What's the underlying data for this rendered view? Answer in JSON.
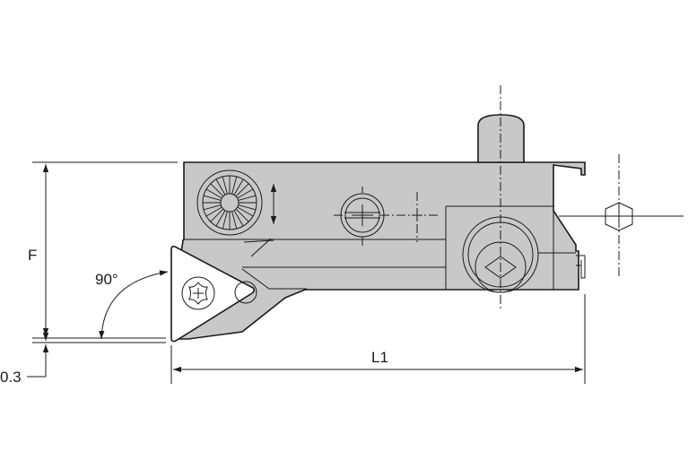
{
  "dimensions": {
    "height_label": "F",
    "length_label": "L1",
    "angle_label": "90°",
    "offset_label": "0.3"
  },
  "colors": {
    "body_fill": "#c8c8c8",
    "insert_fill": "#ffffff",
    "line": "#1a1a1a",
    "background": "#ffffff"
  }
}
